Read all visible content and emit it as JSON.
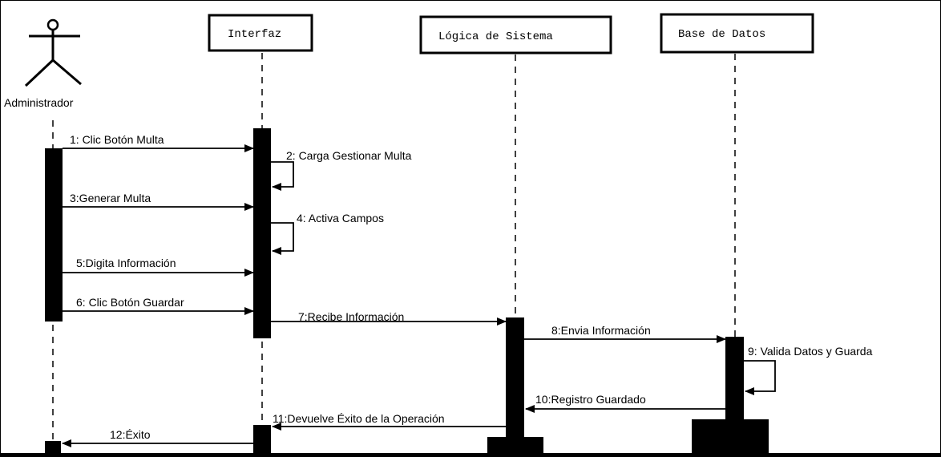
{
  "participants": [
    {
      "id": "admin",
      "label": "Administrador",
      "kind": "actor"
    },
    {
      "id": "ui",
      "label": "Interfaz",
      "kind": "object"
    },
    {
      "id": "logic",
      "label": "Lógica de Sistema",
      "kind": "object"
    },
    {
      "id": "db",
      "label": "Base de Datos",
      "kind": "object"
    }
  ],
  "messages": [
    {
      "label": "1: Clic Botón  Multa"
    },
    {
      "label": "2: Carga Gestionar Multa"
    },
    {
      "label": "3:Generar Multa"
    },
    {
      "label": "4: Activa Campos"
    },
    {
      "label": "5:Digita Información"
    },
    {
      "label": "6: Clic Botón Guardar"
    },
    {
      "label": "7:Recibe Información"
    },
    {
      "label": "8:Envia Información"
    },
    {
      "label": "9:  Valida Datos y Guarda"
    },
    {
      "label": "10:Registro Guardado"
    },
    {
      "label": "11:Devuelve Éxito de la Operación"
    },
    {
      "label": "12:Éxito"
    }
  ]
}
